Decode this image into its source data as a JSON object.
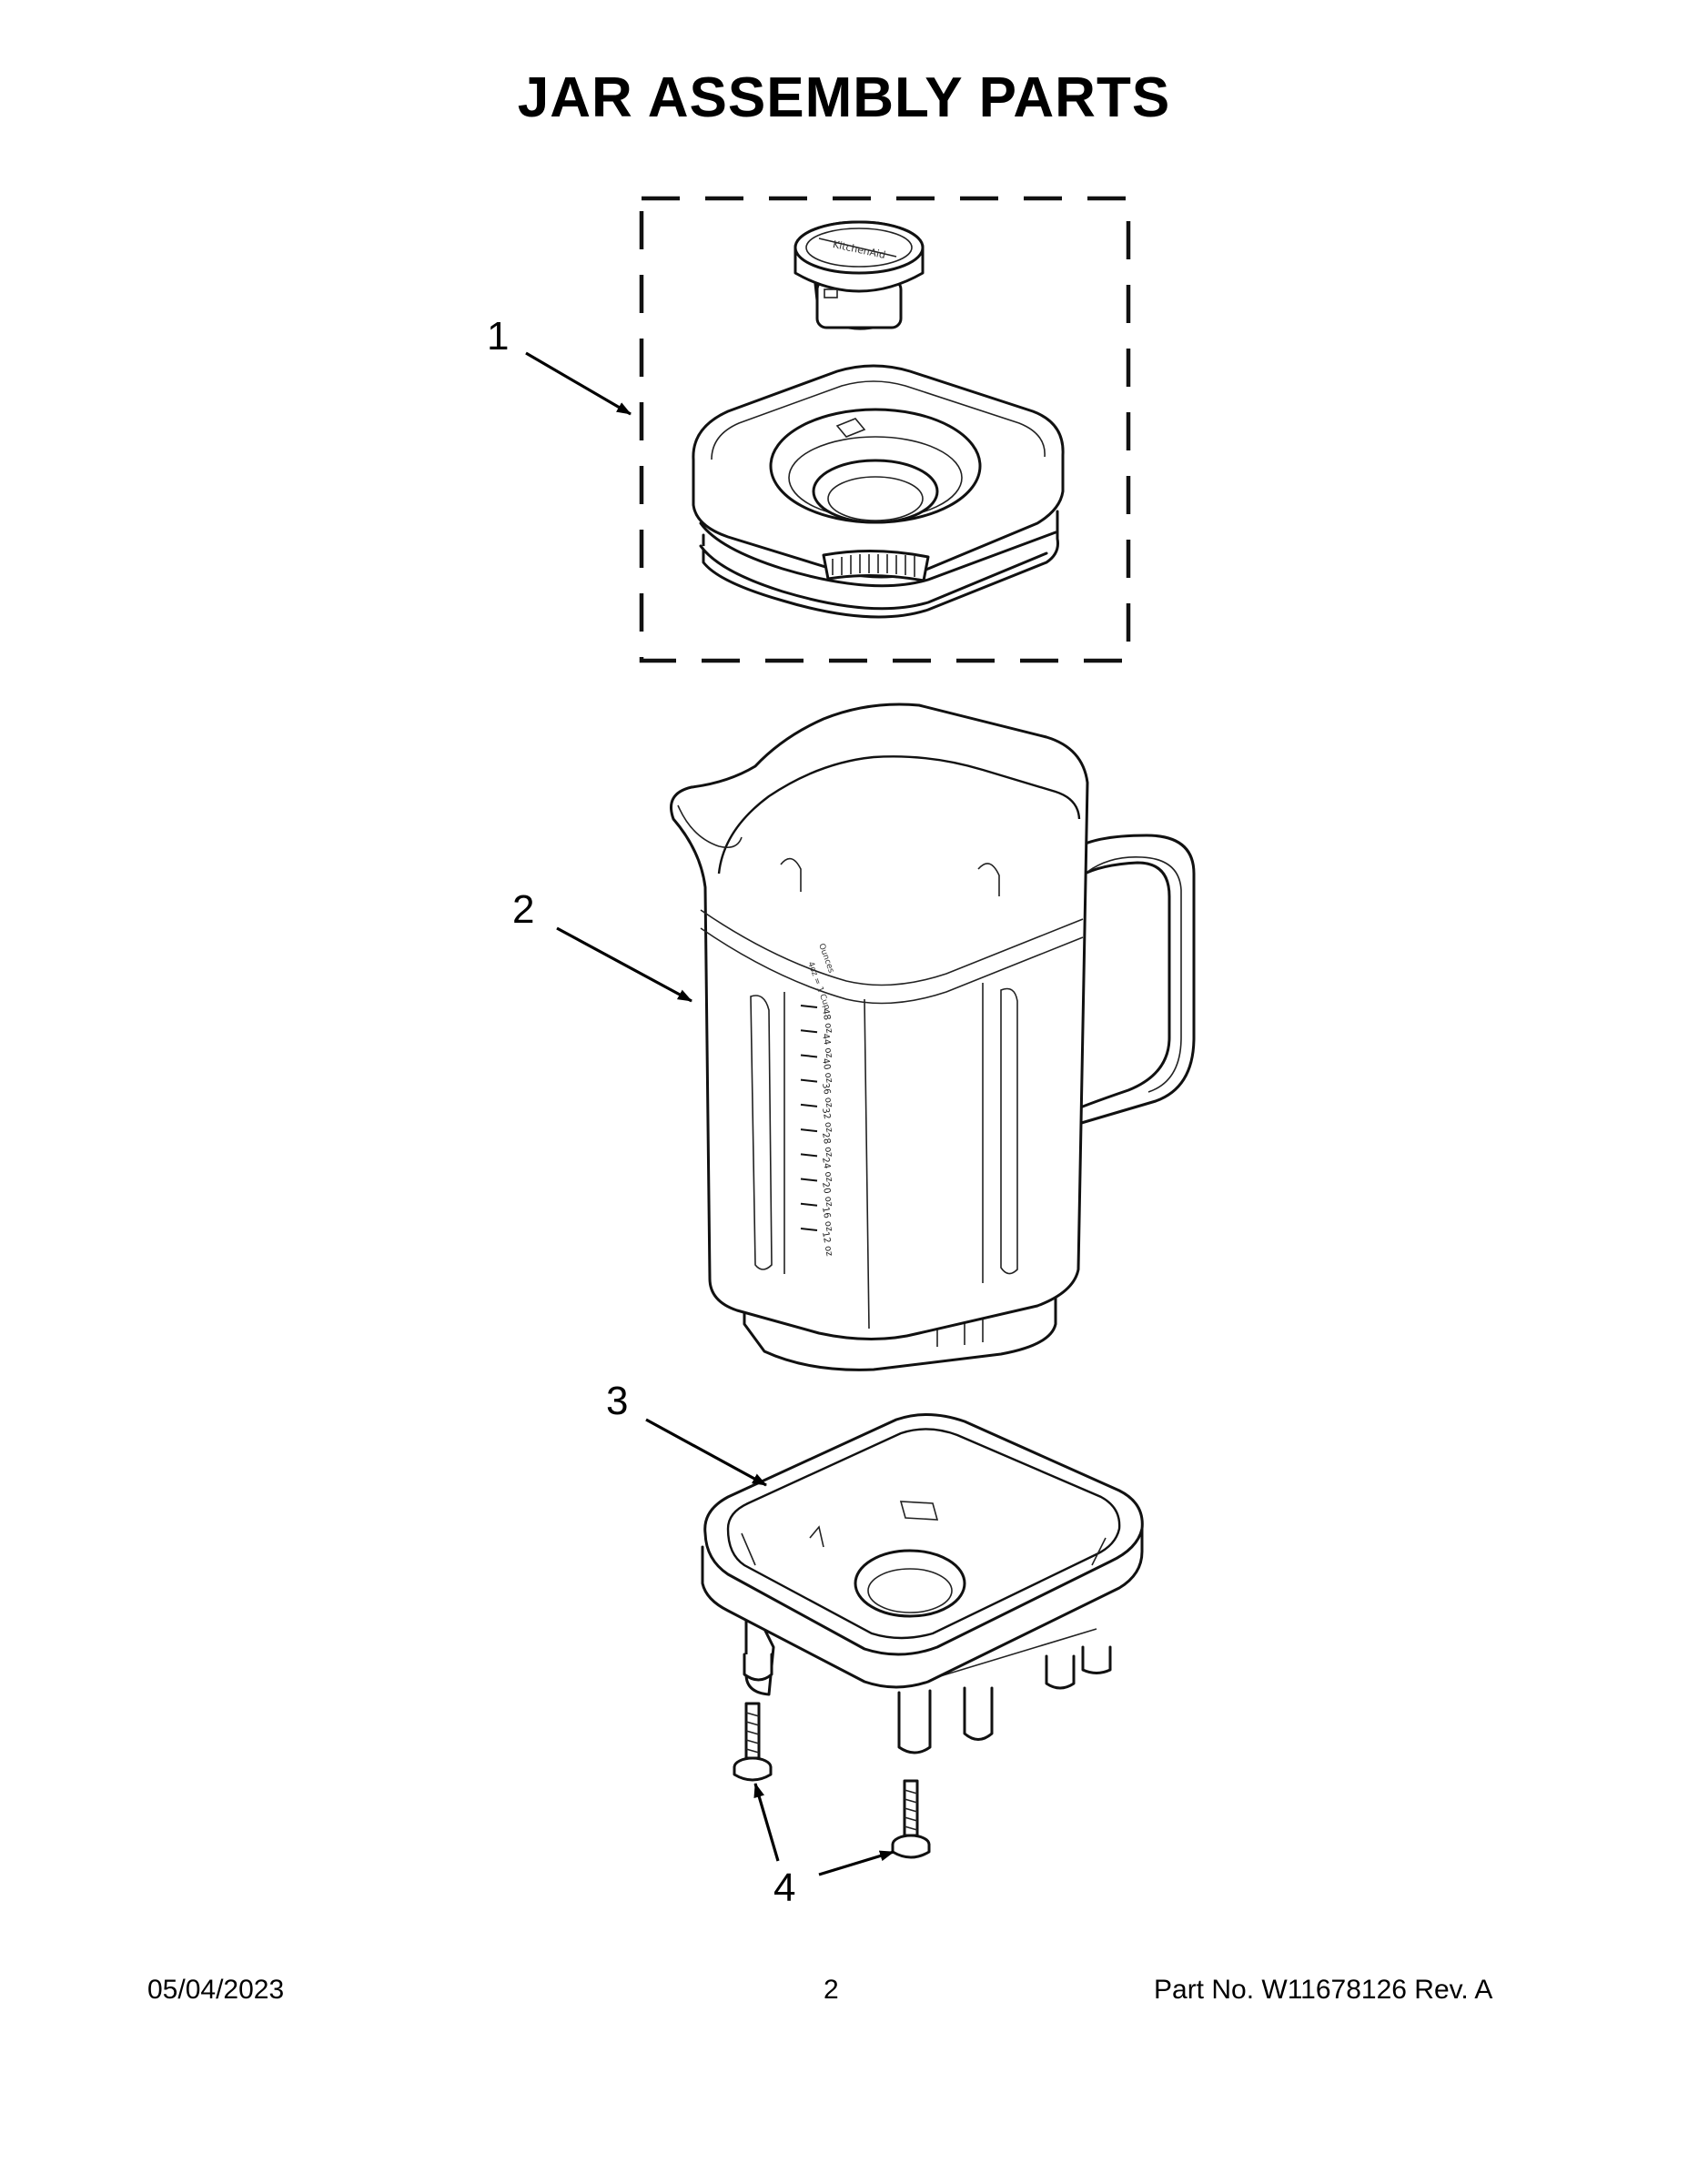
{
  "title": "JAR ASSEMBLY PARTS",
  "callouts": [
    "1",
    "2",
    "3",
    "4"
  ],
  "jar_graduations": [
    "48 oz",
    "44 oz",
    "40 oz",
    "36 oz",
    "32 oz",
    "28 oz",
    "24 oz",
    "20 oz",
    "16 oz",
    "12 oz"
  ],
  "footer": {
    "date": "05/04/2023",
    "page": "2",
    "part": "Part No.  W11678126  Rev.  A"
  }
}
